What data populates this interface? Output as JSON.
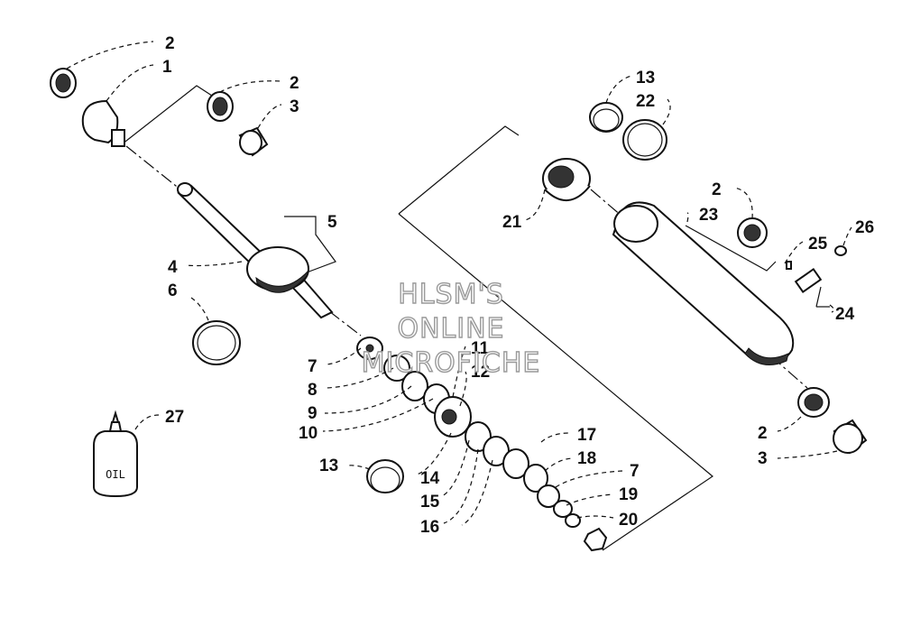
{
  "watermark": [
    "HLSM'S",
    "ONLINE",
    "MICROFICHE"
  ],
  "oil_bottle_text": "OIL",
  "labels": [
    "2",
    "1",
    "2",
    "3",
    "13",
    "22",
    "2",
    "21",
    "23",
    "5",
    "4",
    "26",
    "25",
    "6",
    "24",
    "7",
    "11",
    "8",
    "12",
    "9",
    "27",
    "10",
    "2",
    "17",
    "3",
    "13",
    "18",
    "7",
    "14",
    "15",
    "19",
    "20",
    "16"
  ]
}
